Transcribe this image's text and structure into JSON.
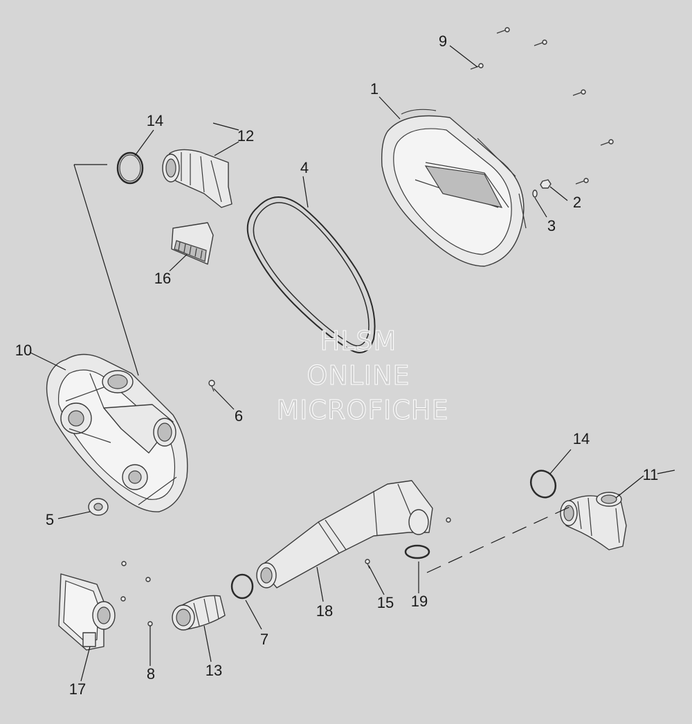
{
  "watermark": {
    "line1": "HLSM",
    "line2": "ONLINE",
    "line3": "MICROFICHE"
  },
  "callouts": [
    {
      "id": "c1",
      "text": "1"
    },
    {
      "id": "c2",
      "text": "2"
    },
    {
      "id": "c3",
      "text": "3"
    },
    {
      "id": "c4",
      "text": "4"
    },
    {
      "id": "c5",
      "text": "5"
    },
    {
      "id": "c6",
      "text": "6"
    },
    {
      "id": "c7",
      "text": "7"
    },
    {
      "id": "c8",
      "text": "8"
    },
    {
      "id": "c9",
      "text": "9"
    },
    {
      "id": "c10",
      "text": "10"
    },
    {
      "id": "c11",
      "text": "11"
    },
    {
      "id": "c12",
      "text": "12"
    },
    {
      "id": "c13",
      "text": "13"
    },
    {
      "id": "c14a",
      "text": "14"
    },
    {
      "id": "c14b",
      "text": "14"
    },
    {
      "id": "c15",
      "text": "15"
    },
    {
      "id": "c16",
      "text": "16"
    },
    {
      "id": "c17",
      "text": "17"
    },
    {
      "id": "c18",
      "text": "18"
    },
    {
      "id": "c19",
      "text": "19"
    }
  ],
  "colors": {
    "background": "#d6d6d6",
    "line": "#1a1a1a",
    "part_fill": "#e9e9e9"
  }
}
